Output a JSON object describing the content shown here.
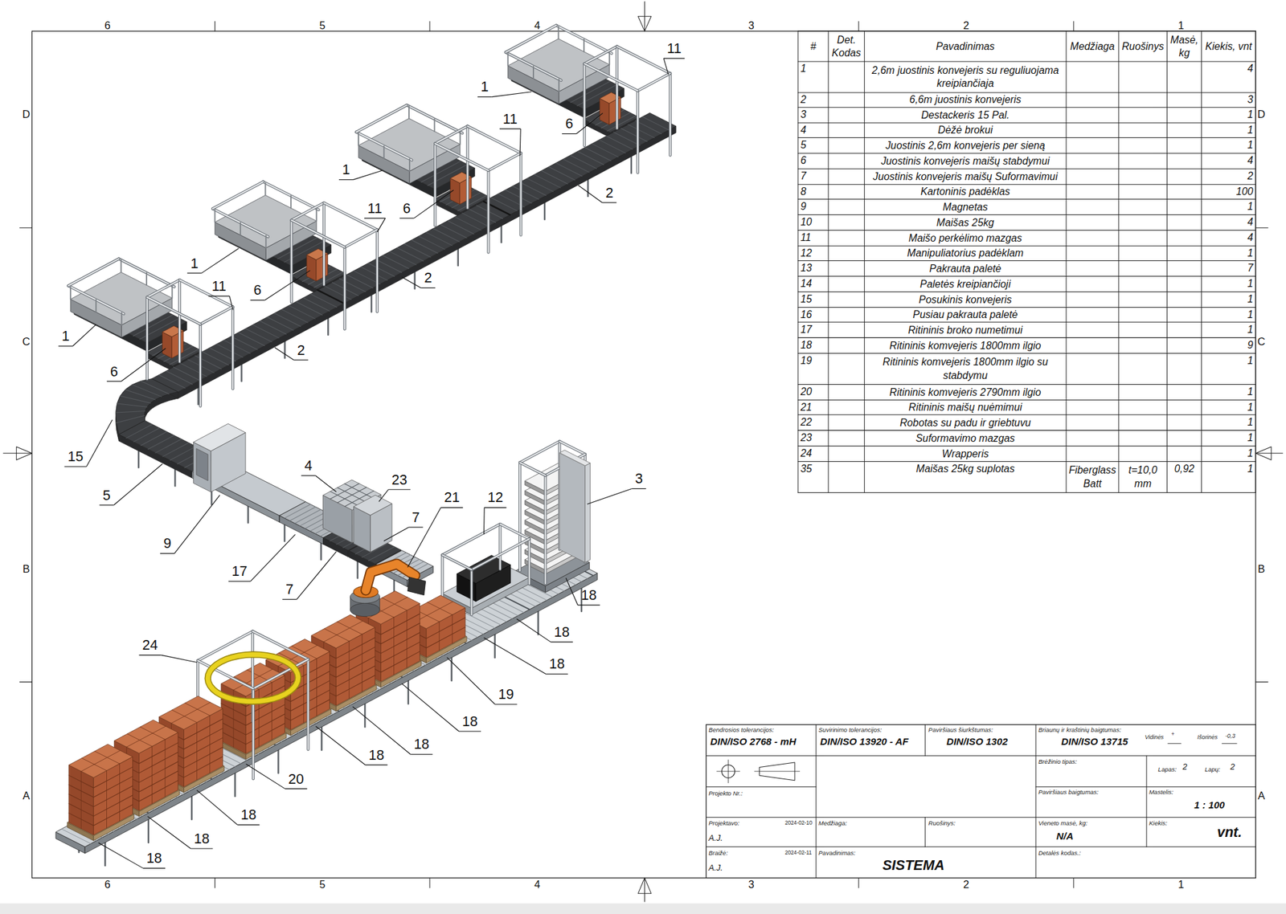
{
  "diagram": {
    "labels": [
      "6",
      "5",
      "4",
      "3",
      "2",
      "1",
      "6",
      "5",
      "4",
      "3",
      "2",
      "1",
      "D",
      "C",
      "B",
      "A",
      "D",
      "C",
      "B",
      "A",
      "11",
      "1",
      "11",
      "6",
      "2",
      "1",
      "11",
      "6",
      "1",
      "2",
      "11",
      "6",
      "1",
      "2",
      "6",
      "15",
      "5",
      "4",
      "23",
      "3",
      "21",
      "12",
      "7",
      "9",
      "17",
      "7",
      "18",
      "18",
      "18",
      "19",
      "24",
      "18",
      "18",
      "18",
      "20",
      "18",
      "18",
      "18",
      "#",
      "Det. Kodas",
      "Pavadinimas",
      "Medžiaga",
      "Ruošinys",
      "Masė, kg",
      "Kiekis, vnt",
      "1",
      "2,6m juostinis konvejeris su reguliuojama kreipiančiaja",
      "4",
      "2",
      "6,6m juostinis konvejeris",
      "3",
      "3",
      "Destackeris 15 Pal.",
      "1",
      "4",
      "Dėžė brokui",
      "1",
      "5",
      "Juostinis 2,6m konvejeris per sieną",
      "1",
      "6",
      "Juostinis konvejeris maišų stabdymui",
      "4",
      "7",
      "Juostinis konvejeris maišų Suformavimui",
      "2",
      "8",
      "Kartoninis padėklas",
      "100",
      "9",
      "Magnetas",
      "1",
      "10",
      "Maišas 25kg",
      "4",
      "11",
      "Maišo perkėlimo mazgas",
      "4",
      "12",
      "Manipuliatorius padėklam",
      "1",
      "13",
      "Pakrauta paletė",
      "7",
      "14",
      "Paletės kreipiančioji",
      "1",
      "15",
      "Posukinis konvejeris",
      "1",
      "16",
      "Pusiau pakrauta paletė",
      "1",
      "17",
      "Ritininis broko numetimui",
      "1",
      "18",
      "Ritininis komvejeris 1800mm ilgio",
      "9",
      "19",
      "Ritininis komvejeris 1800mm ilgio su stabdymu",
      "1",
      "20",
      "Ritininis komvejeris 2790mm ilgio",
      "1",
      "21",
      "Ritininis maišų nuėmimui",
      "1",
      "22",
      "Robotas su padu ir griebtuvu",
      "1",
      "23",
      "Suformavimo mazgas",
      "1",
      "24",
      "Wrapperis",
      "1",
      "35",
      "Maišas 25kg suplotas",
      "Fiberglass Batt",
      "t=10,0 mm",
      "0,92",
      "1",
      "Bendrosios tolerancijos:",
      "DIN/ISO 2768 - mH",
      "Suvirinimo tolerancijos:",
      "DIN/ISO 13920 - AF",
      "Paviršiaus šiurkštumas:",
      "DIN/ISO 1302",
      "Briaunų ir kraštinių baigtumas:",
      "DIN/ISO 13715",
      "Vidinės",
      "+",
      "Išorinės",
      "-0,3",
      "Brėžinio tipas:",
      "Lapas:",
      "2",
      "Lapų:",
      "2",
      "Projekto Nr.:",
      "Paviršiaus baigtumas:",
      "Mastelis:",
      "1 : 100",
      "Projektavo:",
      "2024-02-10",
      "A.J.",
      "Medžiaga:",
      "Ruošinys:",
      "Vieneto masė, kg:",
      "N/A",
      "Kiekis:",
      "vnt.",
      "Braižė:",
      "2024-02-11",
      "A.J.",
      "Pavadinimas:",
      "SISTEMA",
      "Detalės kodas.:"
    ]
  }
}
